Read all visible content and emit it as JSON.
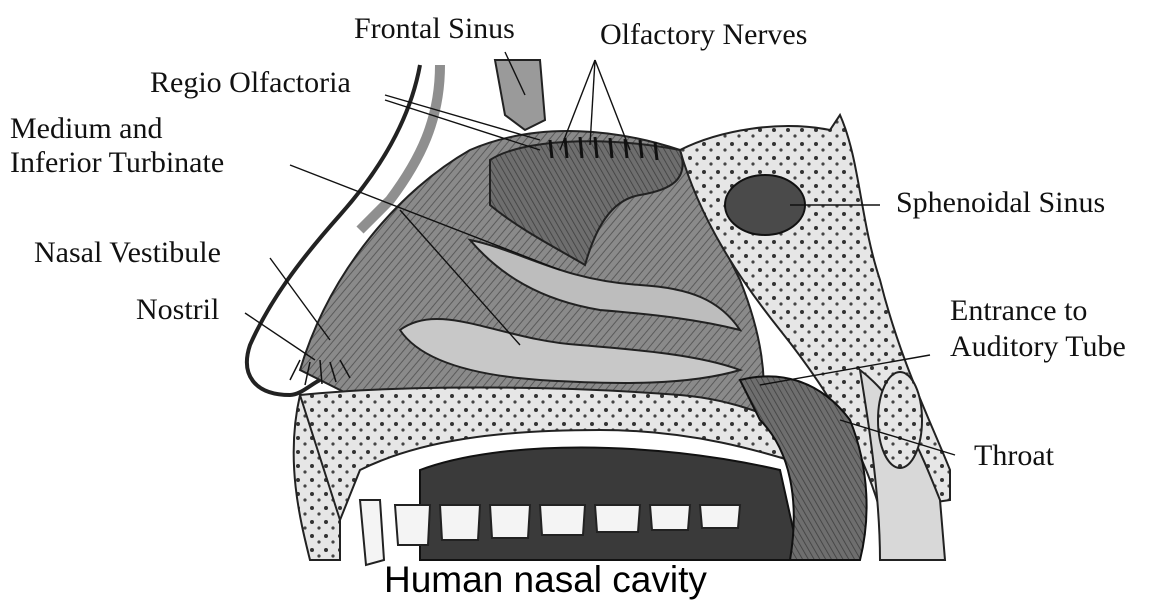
{
  "labels": {
    "frontal_sinus": "Frontal Sinus",
    "olfactory_nerves": "Olfactory Nerves",
    "regio_olfactoria": "Regio Olfactoria",
    "medium_inferior_line1": "Medium and",
    "medium_inferior_line2": "Inferior Turbinate",
    "sphenoidal_sinus": "Sphenoidal Sinus",
    "nasal_vestibule": "Nasal Vestibule",
    "nostril": "Nostril",
    "entrance_line1": "Entrance to",
    "entrance_line2": "Auditory Tube",
    "throat": "Throat"
  },
  "caption": "Human nasal cavity"
}
